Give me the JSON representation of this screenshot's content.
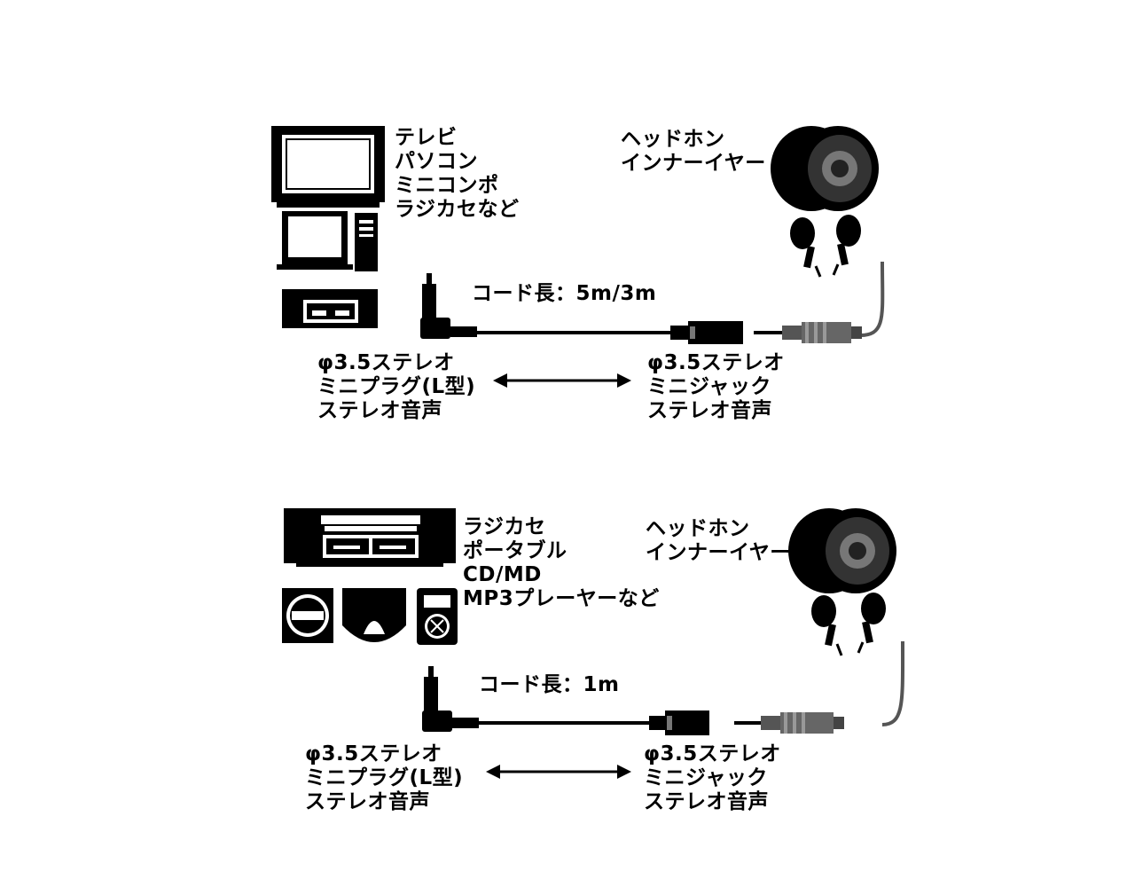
{
  "diagrams": [
    {
      "source_devices": [
        "テレビ",
        "パソコン",
        "ミニコンポ",
        "ラジカセなど"
      ],
      "output_devices": [
        "ヘッドホン",
        "インナーイヤー"
      ],
      "cord_length": "コード長：5m/3m",
      "plug_label": [
        "φ3.5ステレオ",
        "ミニプラグ(L型)",
        "ステレオ音声"
      ],
      "jack_label": [
        "φ3.5ステレオ",
        "ミニジャック",
        "ステレオ音声"
      ]
    },
    {
      "source_devices": [
        "ラジカセ",
        "ポータブル",
        "CD/MD",
        "MP3プレーヤーなど"
      ],
      "output_devices": [
        "ヘッドホン",
        "インナーイヤー"
      ],
      "cord_length": "コード長：1m",
      "plug_label": [
        "φ3.5ステレオ",
        "ミニプラグ(L型)",
        "ステレオ音声"
      ],
      "jack_label": [
        "φ3.5ステレオ",
        "ミニジャック",
        "ステレオ音声"
      ]
    }
  ]
}
